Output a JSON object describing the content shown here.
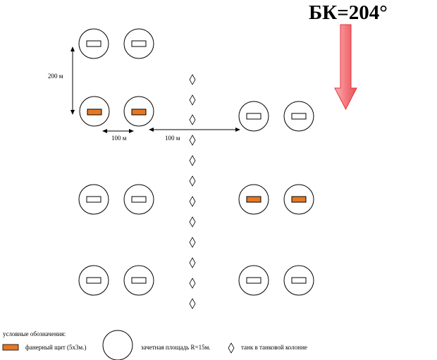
{
  "bearing": {
    "label": "БК=204°",
    "arrow_color": "#f47b80"
  },
  "dimensions": {
    "vertical": "200 м",
    "horizontal_1": "100 м",
    "horizontal_2": "100 м"
  },
  "legend": {
    "heading": "условные обозначения:",
    "shield_label": "фанерный щит (5х3м.)",
    "area_label": "зачетная площадь R=15м.",
    "tank_label": "танк в танковой колонне"
  },
  "colors": {
    "shield_fill": "#e87722",
    "shield_outline": "#000000",
    "outline": "#000000"
  },
  "grid": {
    "rows": 4,
    "left_group_active": [
      false,
      true,
      false,
      false
    ],
    "right_group_active": [
      null,
      false,
      true,
      false
    ]
  },
  "tanks": {
    "count": 12,
    "icon": "diamond-icon"
  }
}
